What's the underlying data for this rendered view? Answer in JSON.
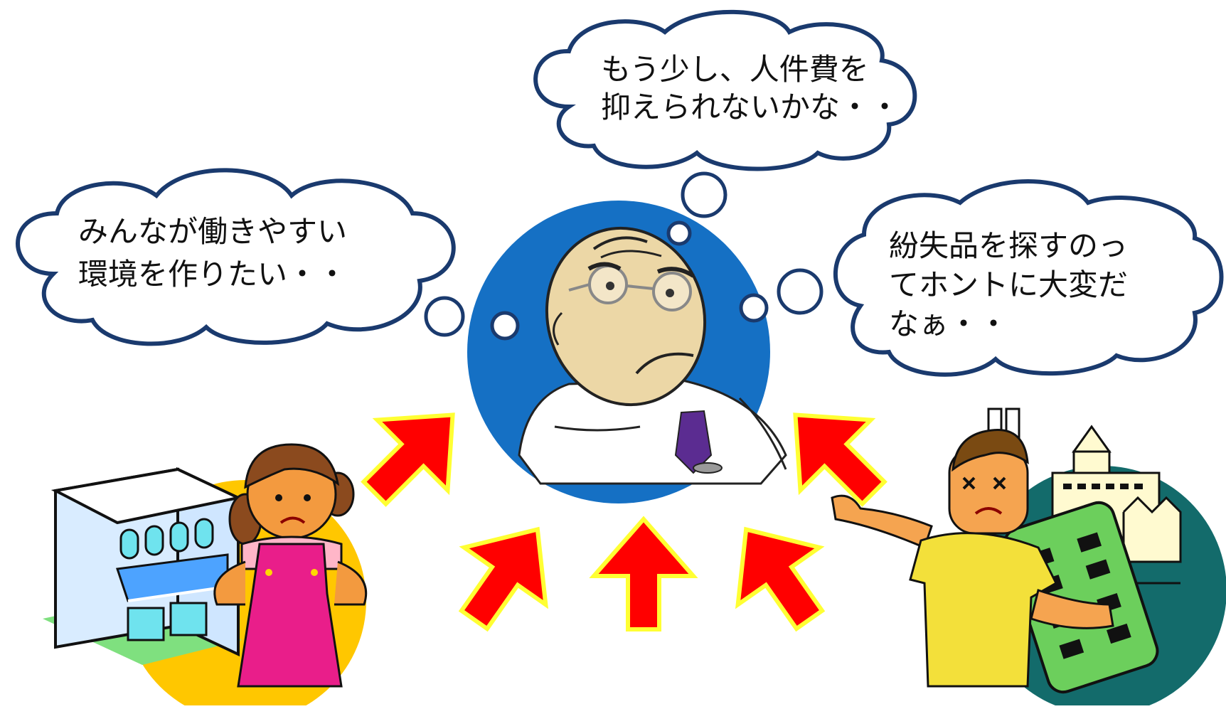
{
  "bubbles": {
    "left": {
      "line1": "みんなが働きやすい",
      "line2": "環境を作りたい・・"
    },
    "center": {
      "line1": "もう少し、人件費を",
      "line2": "抑えられないかな・・"
    },
    "right": {
      "line1": "紛失品を探すのっ",
      "line2": "てホントに大変だ",
      "line3": "なぁ・・"
    }
  },
  "colors": {
    "outline": "#1a3a6e",
    "center_circle": "#1570c4",
    "left_circle": "#ffc700",
    "right_circle": "#136b6b",
    "arrow_fill": "#ff0000",
    "arrow_border": "#ffff33"
  }
}
